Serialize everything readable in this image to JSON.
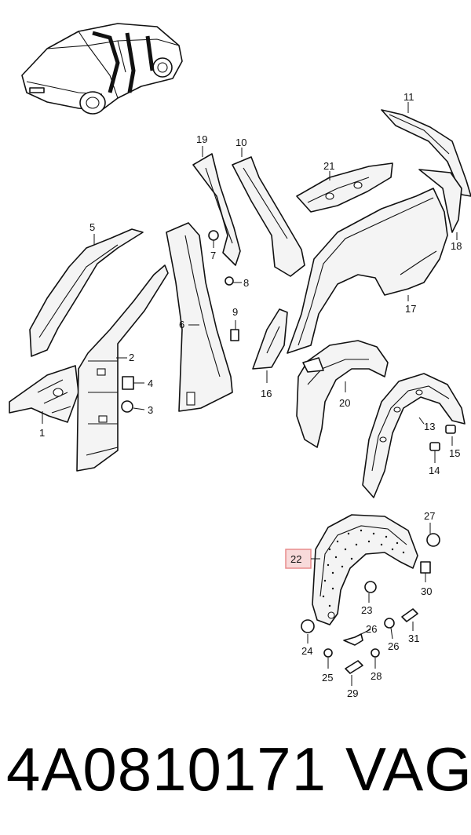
{
  "callouts": {
    "c1": "1",
    "c2": "2",
    "c4": "4",
    "c3": "3",
    "c5": "5",
    "c6": "6",
    "c7": "7",
    "c8": "8",
    "c9": "9",
    "c10": "10",
    "c11": "11",
    "c13": "13",
    "c14": "14",
    "c15": "15",
    "c16": "16",
    "c17": "17",
    "c18": "18",
    "c19": "19",
    "c20": "20",
    "c21": "21",
    "c22": "22",
    "c23": "23",
    "c24": "24",
    "c25": "25",
    "c26a": "26",
    "c26b": "26",
    "c27": "27",
    "c28": "28",
    "c29": "29",
    "c30": "30",
    "c31": "31"
  },
  "highlighted_callout": "22",
  "highlight_color": "#e88c8c",
  "footer": {
    "part_number": "4A0810171",
    "brand": "VAG"
  }
}
